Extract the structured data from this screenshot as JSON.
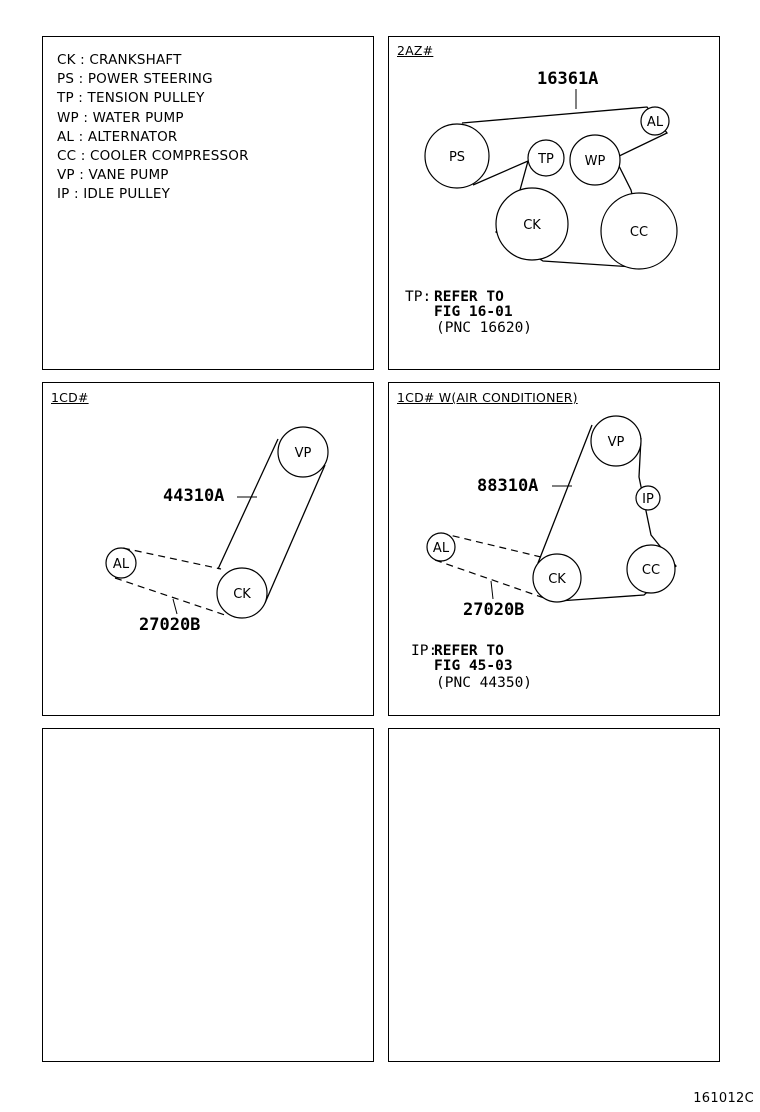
{
  "legend": [
    "CK : CRANKSHAFT",
    "PS : POWER STEERING",
    "TP : TENSION PULLEY",
    "WP : WATER PUMP",
    "AL : ALTERNATOR",
    "CC : COOLER COMPRESSOR",
    "VP : VANE PUMP",
    "IP : IDLE PULLEY"
  ],
  "panel_2az": {
    "tag": "2AZ#",
    "part_number": "16361A",
    "pulleys": {
      "ps": "PS",
      "tp": "TP",
      "wp": "WP",
      "al": "AL",
      "ck": "CK",
      "cc": "CC"
    },
    "note_prefix": "TP:",
    "note_line1": "REFER TO",
    "note_line2": "FIG 16-01",
    "note_line3": "(PNC 16620)"
  },
  "panel_1cd": {
    "tag": "1CD#",
    "part_main": "44310A",
    "part_dashed": "27020B",
    "pulleys": {
      "vp": "VP",
      "al": "AL",
      "ck": "CK"
    }
  },
  "panel_1cd_ac": {
    "tag": "1CD# W(AIR CONDITIONER)",
    "part_main": "88310A",
    "part_dashed": "27020B",
    "pulleys": {
      "vp": "VP",
      "ip": "IP",
      "al": "AL",
      "ck": "CK",
      "cc": "CC"
    },
    "note_prefix": "IP:",
    "note_line1": "REFER TO",
    "note_line2": "FIG 45-03",
    "note_line3": "(PNC 44350)"
  },
  "figure_code": "161012C"
}
